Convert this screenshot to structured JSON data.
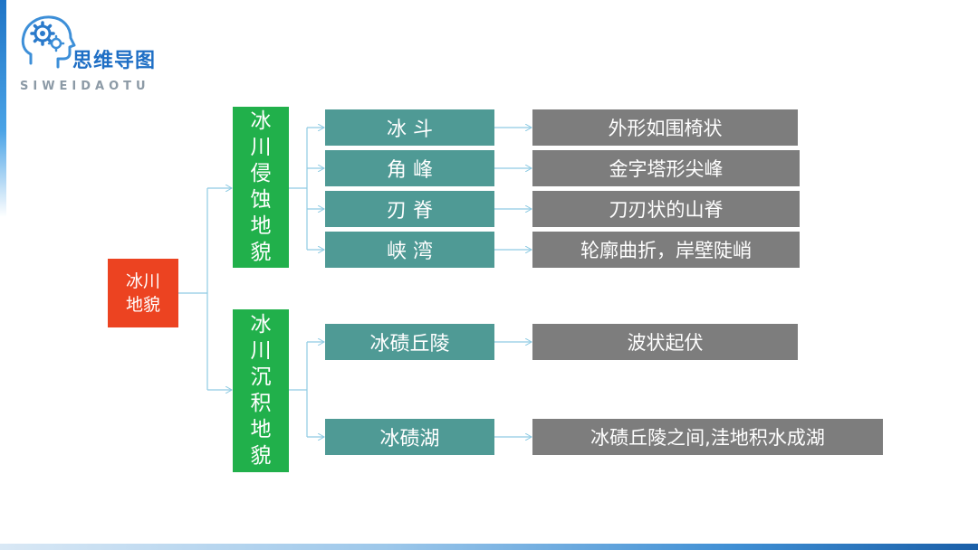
{
  "logo": {
    "title": "思维导图",
    "subtitle": "SIWEIDAOTU"
  },
  "root": {
    "label_line1": "冰川",
    "label_line2": "地貌"
  },
  "categories": [
    {
      "chars": [
        "冰",
        "川",
        "侵",
        "蚀",
        "地",
        "貌"
      ]
    },
    {
      "chars": [
        "冰",
        "川",
        "沉",
        "积",
        "地",
        "貌"
      ]
    }
  ],
  "subtypes": [
    {
      "label": "冰 斗",
      "description": "外形如围椅状"
    },
    {
      "label": "角 峰",
      "description": "金字塔形尖峰"
    },
    {
      "label": "刃 脊",
      "description": "刀刃状的山脊"
    },
    {
      "label": "峡 湾",
      "description": "轮廓曲折，岸壁陡峭"
    },
    {
      "label": "冰碛丘陵",
      "description": "波状起伏"
    },
    {
      "label": "冰碛湖",
      "description": "冰碛丘陵之间,洼地积水成湖"
    }
  ],
  "colors": {
    "root": "#ec4321",
    "category": "#21b04b",
    "subtype": "#4f9a95",
    "description": "#7d7d7d",
    "connector": "#8fcbe3",
    "brand": "#1f6fc5"
  }
}
